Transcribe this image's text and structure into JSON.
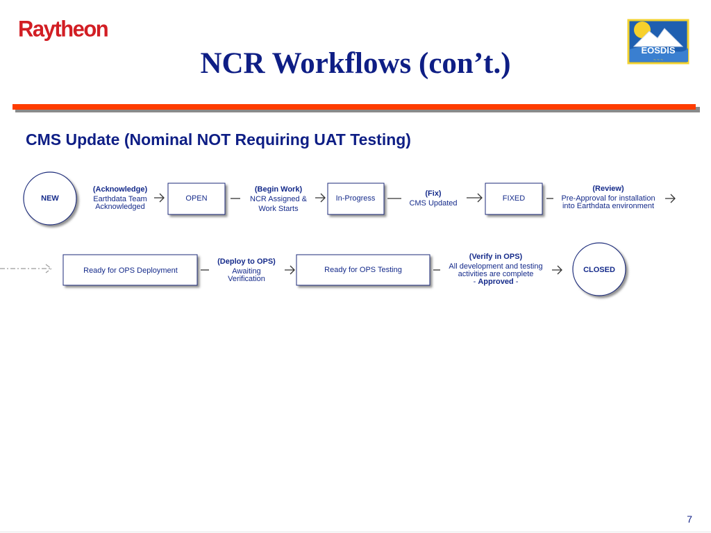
{
  "header": {
    "brand": "Raytheon",
    "title": "NCR Workflows (con’t.)",
    "logo_text": "EOSDIS"
  },
  "section": {
    "subtitle": "CMS Update (Nominal NOT Requiring UAT Testing)"
  },
  "row1": {
    "new_state": "NEW",
    "ack_title": "(Acknowledge)",
    "ack_l1": "Earthdata Team",
    "ack_l2": "Acknowledged",
    "open_state": "OPEN",
    "begin_title": "(Begin Work)",
    "begin_l1": "NCR  Assigned &",
    "begin_l2": "Work Starts",
    "inprogress_state": "In-Progress",
    "fix_title": "(Fix)",
    "fix_l1": "CMS Updated",
    "fixed_state": "FIXED",
    "review_title": "(Review)",
    "review_l1": "Pre-Approval for installation",
    "review_l2": "into Earthdata environment"
  },
  "row2": {
    "ready_deploy_state": "Ready for OPS Deployment",
    "deploy_title": "(Deploy to OPS)",
    "deploy_l1": "Awaiting",
    "deploy_l2": "Verification",
    "ready_testing_state": "Ready for OPS Testing",
    "verify_title": "(Verify in OPS)",
    "verify_l1": "All development and testing",
    "verify_l2": "activities are complete",
    "verify_l3_prefix": "- ",
    "verify_l3_bold": "Approved",
    "verify_l3_suffix": " -",
    "closed_state": "CLOSED"
  },
  "footer": {
    "page_number": "7"
  },
  "colors": {
    "brand": "#d21e24",
    "title": "#0e1e85",
    "rule": "#ff3c00",
    "box_border": "#1a2c7a",
    "text": "#142a8a"
  }
}
